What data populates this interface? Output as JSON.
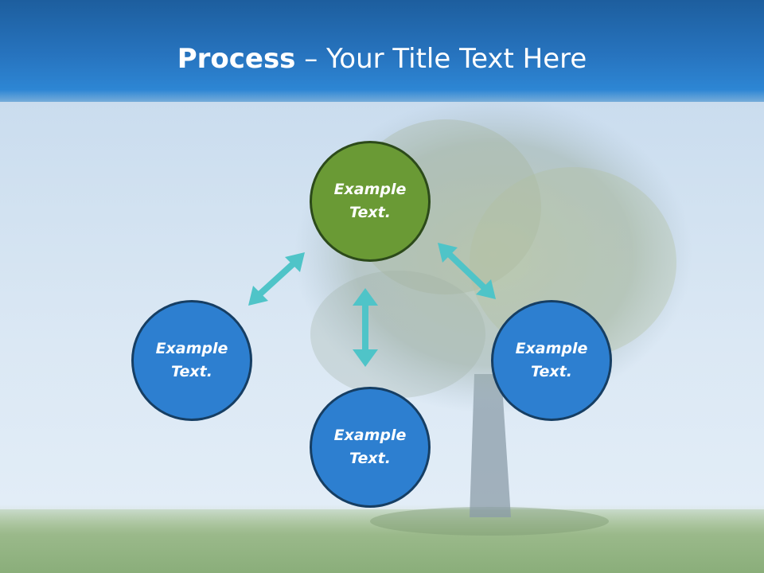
{
  "slide": {
    "title_bold": "Process",
    "title_rest": " – Your Title Text Here"
  },
  "nodes": [
    {
      "id": "top",
      "line1": "Example",
      "line2": "Text.",
      "color": "#6a9a35"
    },
    {
      "id": "left",
      "line1": "Example",
      "line2": "Text.",
      "color": "#2d7fd0"
    },
    {
      "id": "bottom",
      "line1": "Example",
      "line2": "Text.",
      "color": "#2d7fd0"
    },
    {
      "id": "right",
      "line1": "Example",
      "line2": "Text.",
      "color": "#2d7fd0"
    }
  ],
  "colors": {
    "header": "#2774bf",
    "arrow": "#4fc4c8",
    "node_blue": "#2d7fd0",
    "node_green": "#6a9a35"
  }
}
